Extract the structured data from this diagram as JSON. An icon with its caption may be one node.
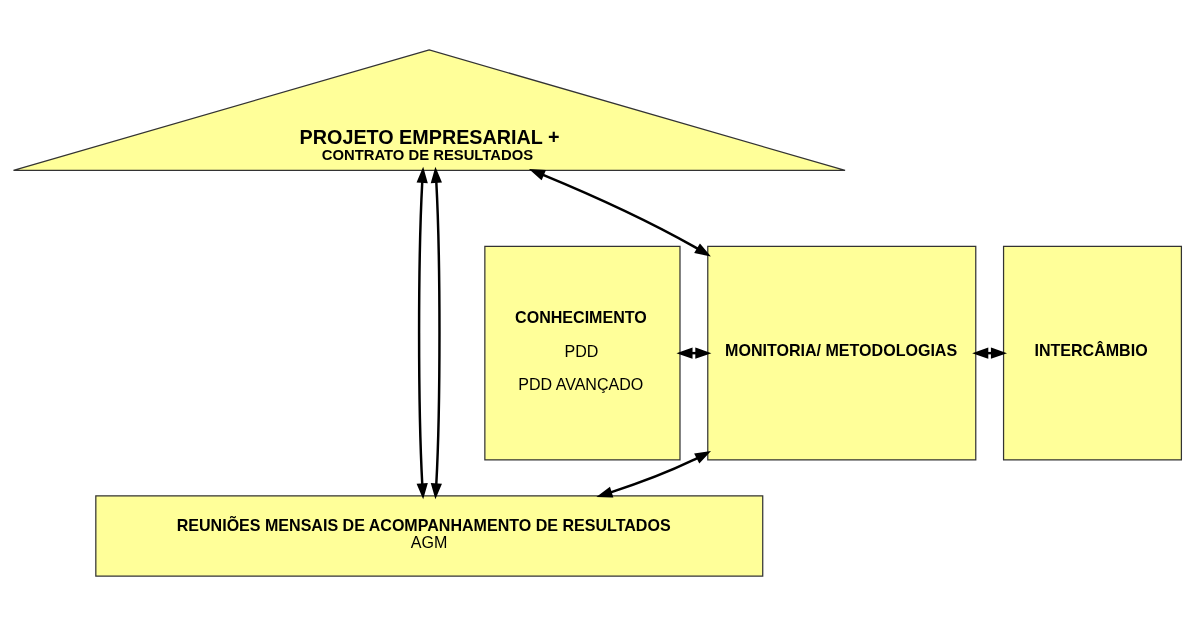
{
  "diagram": {
    "nodes": [
      {
        "text": [
          "PROJETO EMPRESARIAL +",
          "CONTRATO DE RESULTADOS"
        ]
      },
      {
        "text": [
          "CONHECIMENTO",
          "PDD",
          "PDD AVANÇADO"
        ]
      },
      {
        "text": [
          "MONITORIA/ METODOLOGIAS"
        ]
      },
      {
        "text": [
          "INTERCÂMBIO"
        ]
      },
      {
        "text": [
          "REUNIÕES MENSAIS DE ACOMPANHAMENTO DE RESULTADOS",
          "AGM"
        ]
      }
    ],
    "edges": [
      {
        "from": 0,
        "to": 2,
        "arrow": "both"
      },
      {
        "from": 1,
        "to": 2,
        "arrow": "both"
      },
      {
        "from": 2,
        "to": 3,
        "arrow": "both"
      },
      {
        "from": 2,
        "to": 4,
        "arrow": "both"
      },
      {
        "from": 0,
        "to": 4,
        "arrow": "both"
      },
      {
        "from": 0,
        "to": 4,
        "arrow": "both"
      }
    ]
  }
}
